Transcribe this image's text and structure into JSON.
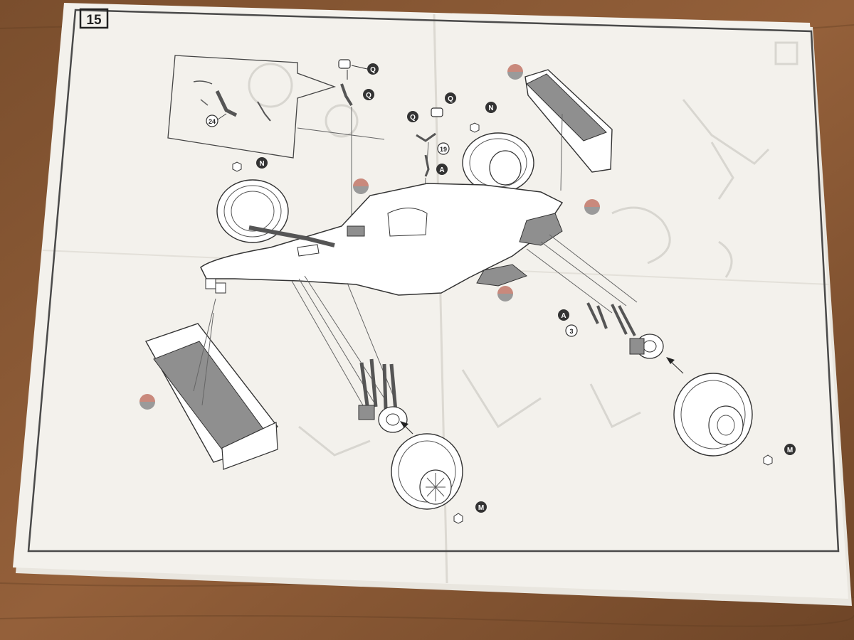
{
  "step": {
    "number": "15"
  },
  "callouts": {
    "Q": "Q",
    "N": "N",
    "A": "A",
    "M": "M",
    "n19": "19",
    "n24": "24",
    "n3": "3"
  },
  "colors": {
    "table_wood": "#8a5a34",
    "paper": "#f3f1ec",
    "line": "#3a3a3a",
    "gray_part": "#8f8f8f",
    "ghost": "#d8d6d0",
    "paint_red": "#c9897c",
    "paint_gray": "#9a9a9a"
  }
}
